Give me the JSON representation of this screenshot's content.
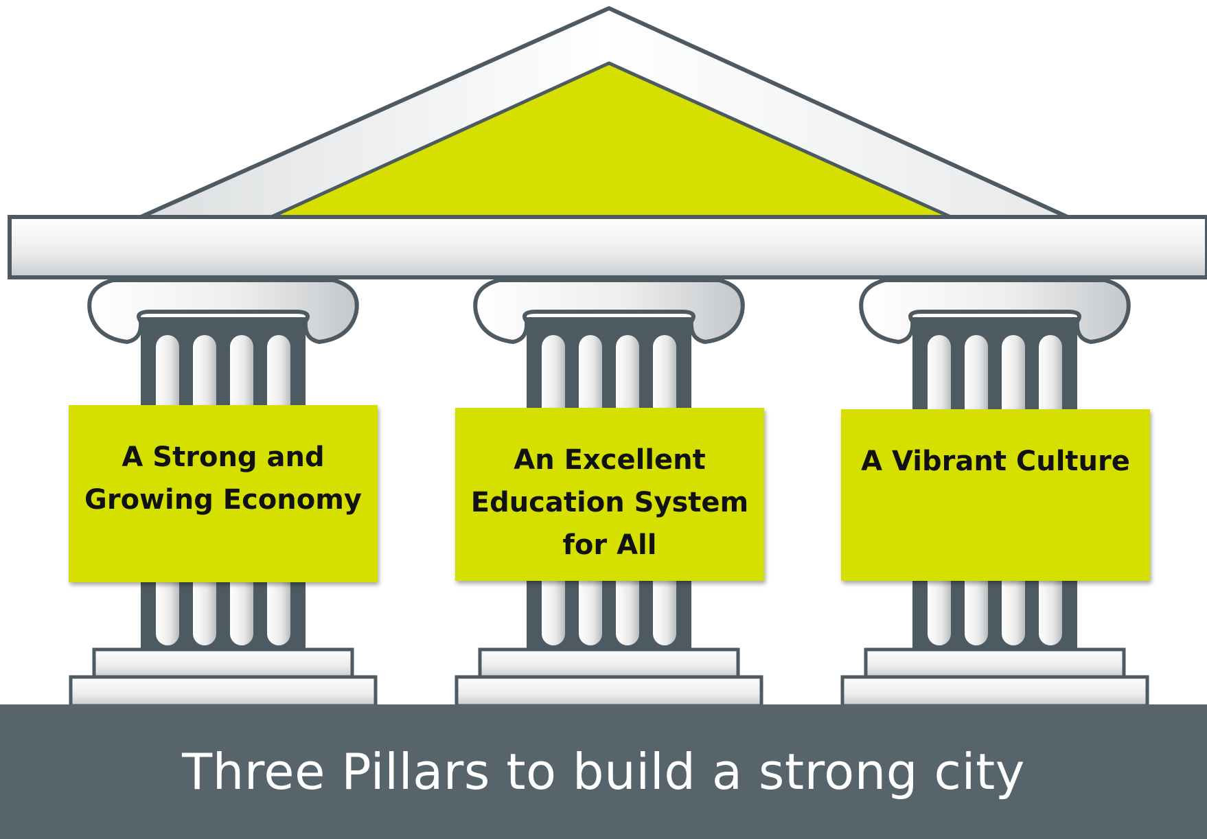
{
  "pillars": [
    {
      "label": "A Strong and\nGrowing Economy"
    },
    {
      "label": "An Excellent\nEducation System\nfor All"
    },
    {
      "label": "A Vibrant Culture"
    }
  ],
  "base": {
    "caption": "Three Pillars to build a strong city"
  },
  "colors": {
    "accent": "#d6e000",
    "slate": "#58646b",
    "outline": "#4e5a61",
    "stone_light": "#f3f3f3",
    "stone_shade": "#b9bdc0"
  }
}
